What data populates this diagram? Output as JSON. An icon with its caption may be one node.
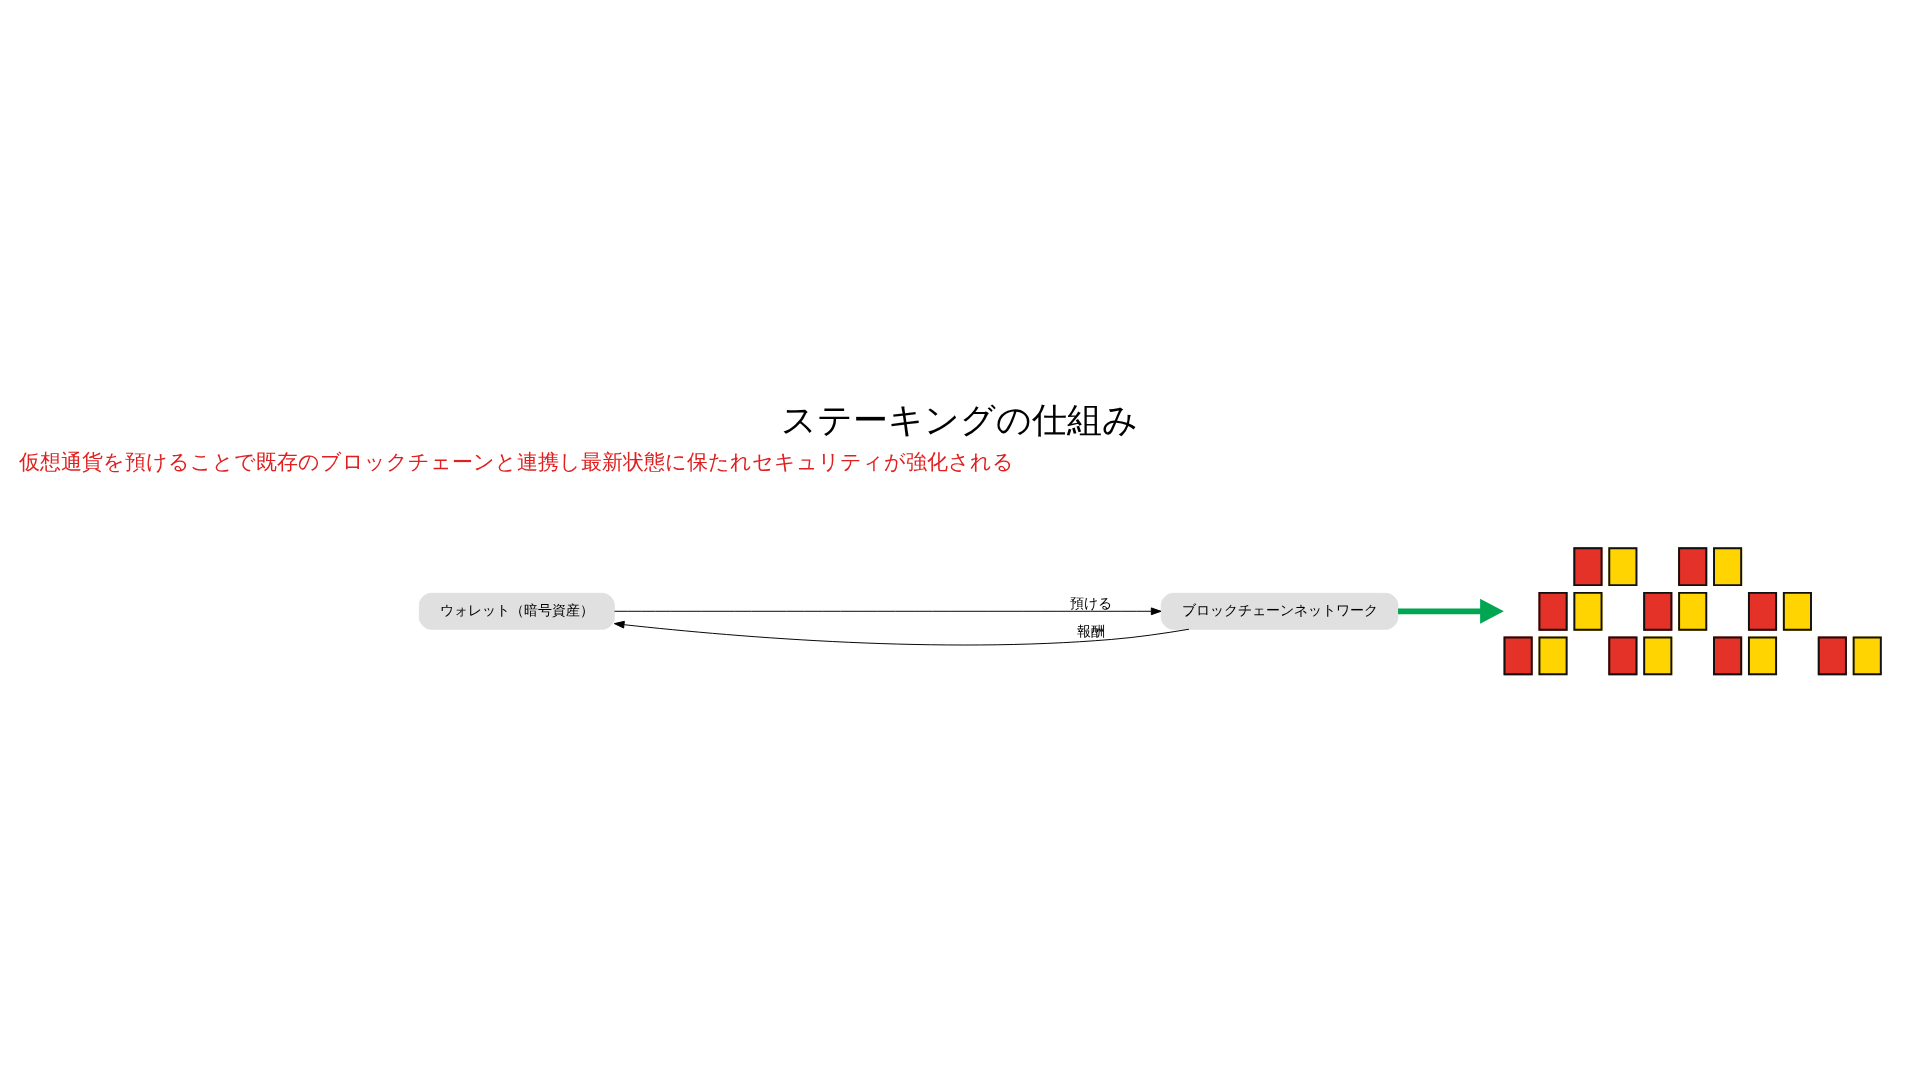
{
  "diagram": {
    "title": "ステーキングの仕組み",
    "nodes": [
      {
        "text": [
          "ウォレット（暗号資産）"
        ]
      },
      {
        "text": [
          "ブロックチェーンネットワーク"
        ]
      },
      {
        "text": [],
        "shape": "picture"
      }
    ],
    "edges": [
      {
        "from": 0,
        "to": 1,
        "arrow": "to",
        "label": "預ける"
      },
      {
        "from": 1,
        "to": 0,
        "arrow": "to",
        "label": "報酬"
      },
      {
        "from": 1,
        "to": 2,
        "arrow": "to",
        "style": "thick",
        "color": "#00a651"
      }
    ],
    "labels": [
      "仮想通貨を預けることで既存のブロックチェーンと連携し最新状態に保たれセキュリティが強化される"
    ]
  }
}
